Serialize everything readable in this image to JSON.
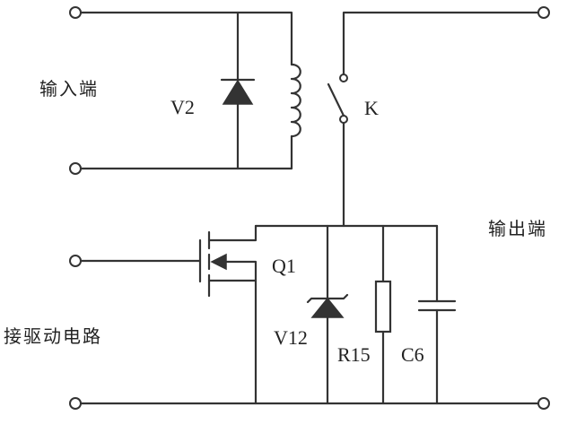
{
  "labels": {
    "input_terminal": "输入端",
    "output_terminal": "输出端",
    "drive_circuit": "接驱动电路",
    "diode_v2": "V2",
    "relay_switch_k": "K",
    "mosfet_q1": "Q1",
    "zener_v12": "V12",
    "resistor_r15": "R15",
    "capacitor_c6": "C6"
  },
  "colors": {
    "line": "#333333",
    "text": "#222222",
    "background": "#ffffff"
  }
}
